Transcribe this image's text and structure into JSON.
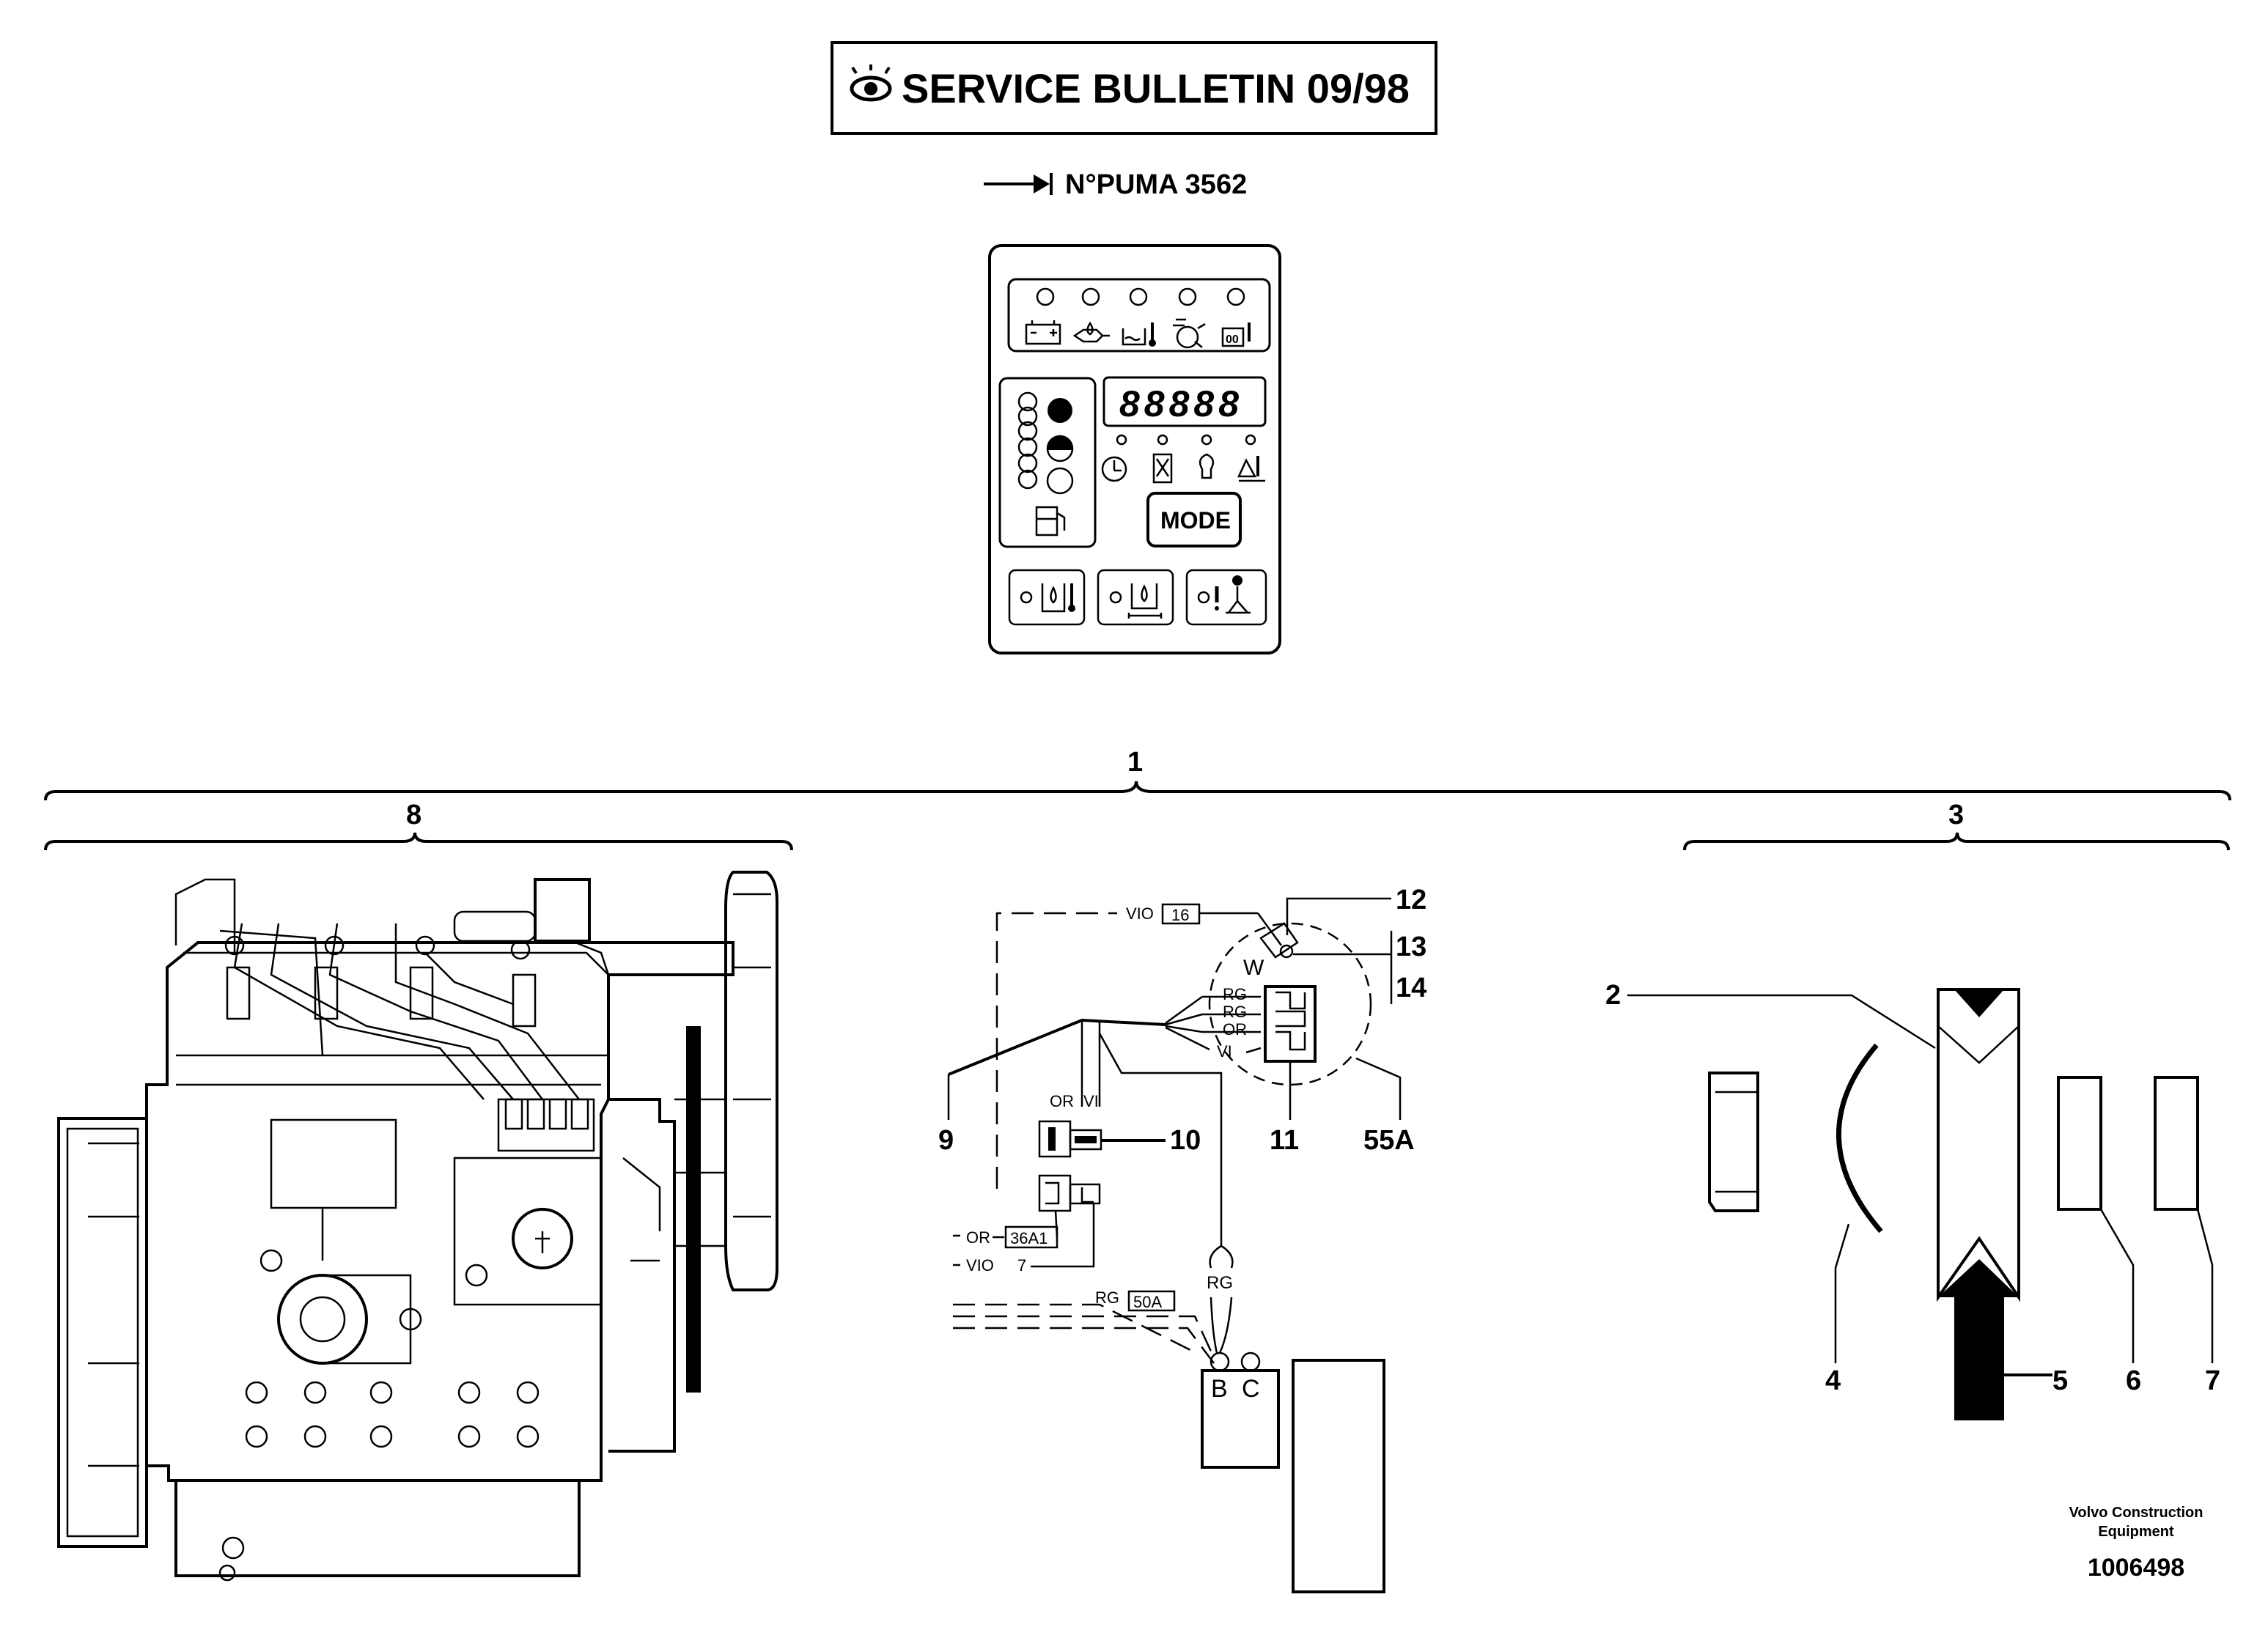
{
  "header": {
    "bulletin_title": "SERVICE BULLETIN 09/98",
    "serial_prefix": "N°PUMA 3562"
  },
  "panel": {
    "display_value": "88888",
    "mode_button_label": "MODE",
    "warning_icons": [
      "battery-icon",
      "oil-pressure-icon",
      "coolant-temperature-icon",
      "air-filter-icon",
      "preheat-icon"
    ],
    "gauge_icons": [
      "fuel-gauge-icon"
    ],
    "counter_icons": [
      "hour-meter-icon",
      "hourglass-icon",
      "bulb-icon",
      "service-icon"
    ],
    "bottom_buttons": [
      "hydraulic-temperature-icon",
      "hydraulic-level-icon",
      "operator-warning-icon"
    ]
  },
  "callouts": {
    "c1": "1",
    "c2": "2",
    "c3": "3",
    "c4": "4",
    "c5": "5",
    "c6": "6",
    "c7": "7",
    "c8": "8",
    "c9": "9",
    "c10": "10",
    "c11": "11",
    "c12": "12",
    "c13": "13",
    "c14": "14",
    "c55a": "55A"
  },
  "wiring": {
    "vio_top": "VIO",
    "tag_16": "16",
    "w_label": "W",
    "rg_1": "RG",
    "rg_2": "RG",
    "or_1": "OR",
    "vi_1": "VI",
    "or_conn": "OR",
    "vi_conn": "VI",
    "or_36": "OR",
    "tag_36a1": "36A1",
    "vio_7": "VIO",
    "num_7": "7",
    "rg_low": "RG",
    "tag_50a": "50A",
    "rg_vert": "RG",
    "term_b": "B",
    "term_c": "C"
  },
  "footer": {
    "company_line1": "Volvo Construction",
    "company_line2": "Equipment",
    "part_number": "1006498"
  }
}
